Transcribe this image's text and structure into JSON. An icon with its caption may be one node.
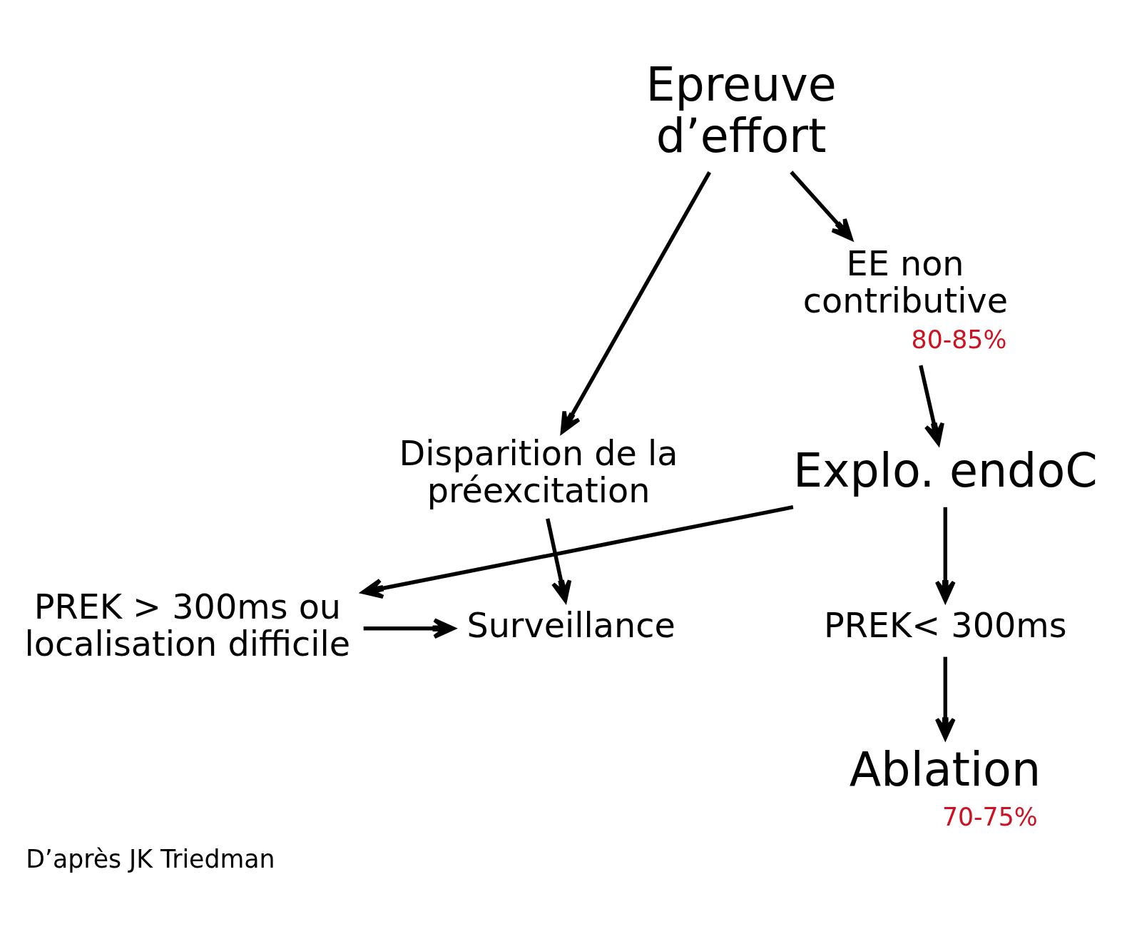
{
  "diagram": {
    "caption": "D’après JK Triedman",
    "nodes": [
      {
        "text": [
          "Epreuve d’effort"
        ]
      },
      {
        "text": [
          "Disparition de la préexcitation"
        ]
      },
      {
        "text": [
          "EE non contributive"
        ],
        "beside": [
          "80-85%"
        ]
      },
      {
        "text": [
          "Explo. endoC"
        ]
      },
      {
        "text": [
          "PREK > 300ms ou localisation difficile"
        ]
      },
      {
        "text": [
          "PREK< 300ms"
        ]
      },
      {
        "text": [
          "Surveillance"
        ]
      },
      {
        "text": [
          "Ablation"
        ],
        "beside": [
          "70-75%"
        ]
      }
    ],
    "edges": [
      {
        "from": 0,
        "to": 1,
        "arrow": "to"
      },
      {
        "from": 0,
        "to": 2,
        "arrow": "to"
      },
      {
        "from": 2,
        "to": 3,
        "arrow": "to"
      },
      {
        "from": 3,
        "to": 4,
        "arrow": "to"
      },
      {
        "from": 3,
        "to": 5,
        "arrow": "to"
      },
      {
        "from": 1,
        "to": 6,
        "arrow": "to"
      },
      {
        "from": 4,
        "to": 6,
        "arrow": "to"
      },
      {
        "from": 5,
        "to": 7,
        "arrow": "to"
      }
    ]
  }
}
